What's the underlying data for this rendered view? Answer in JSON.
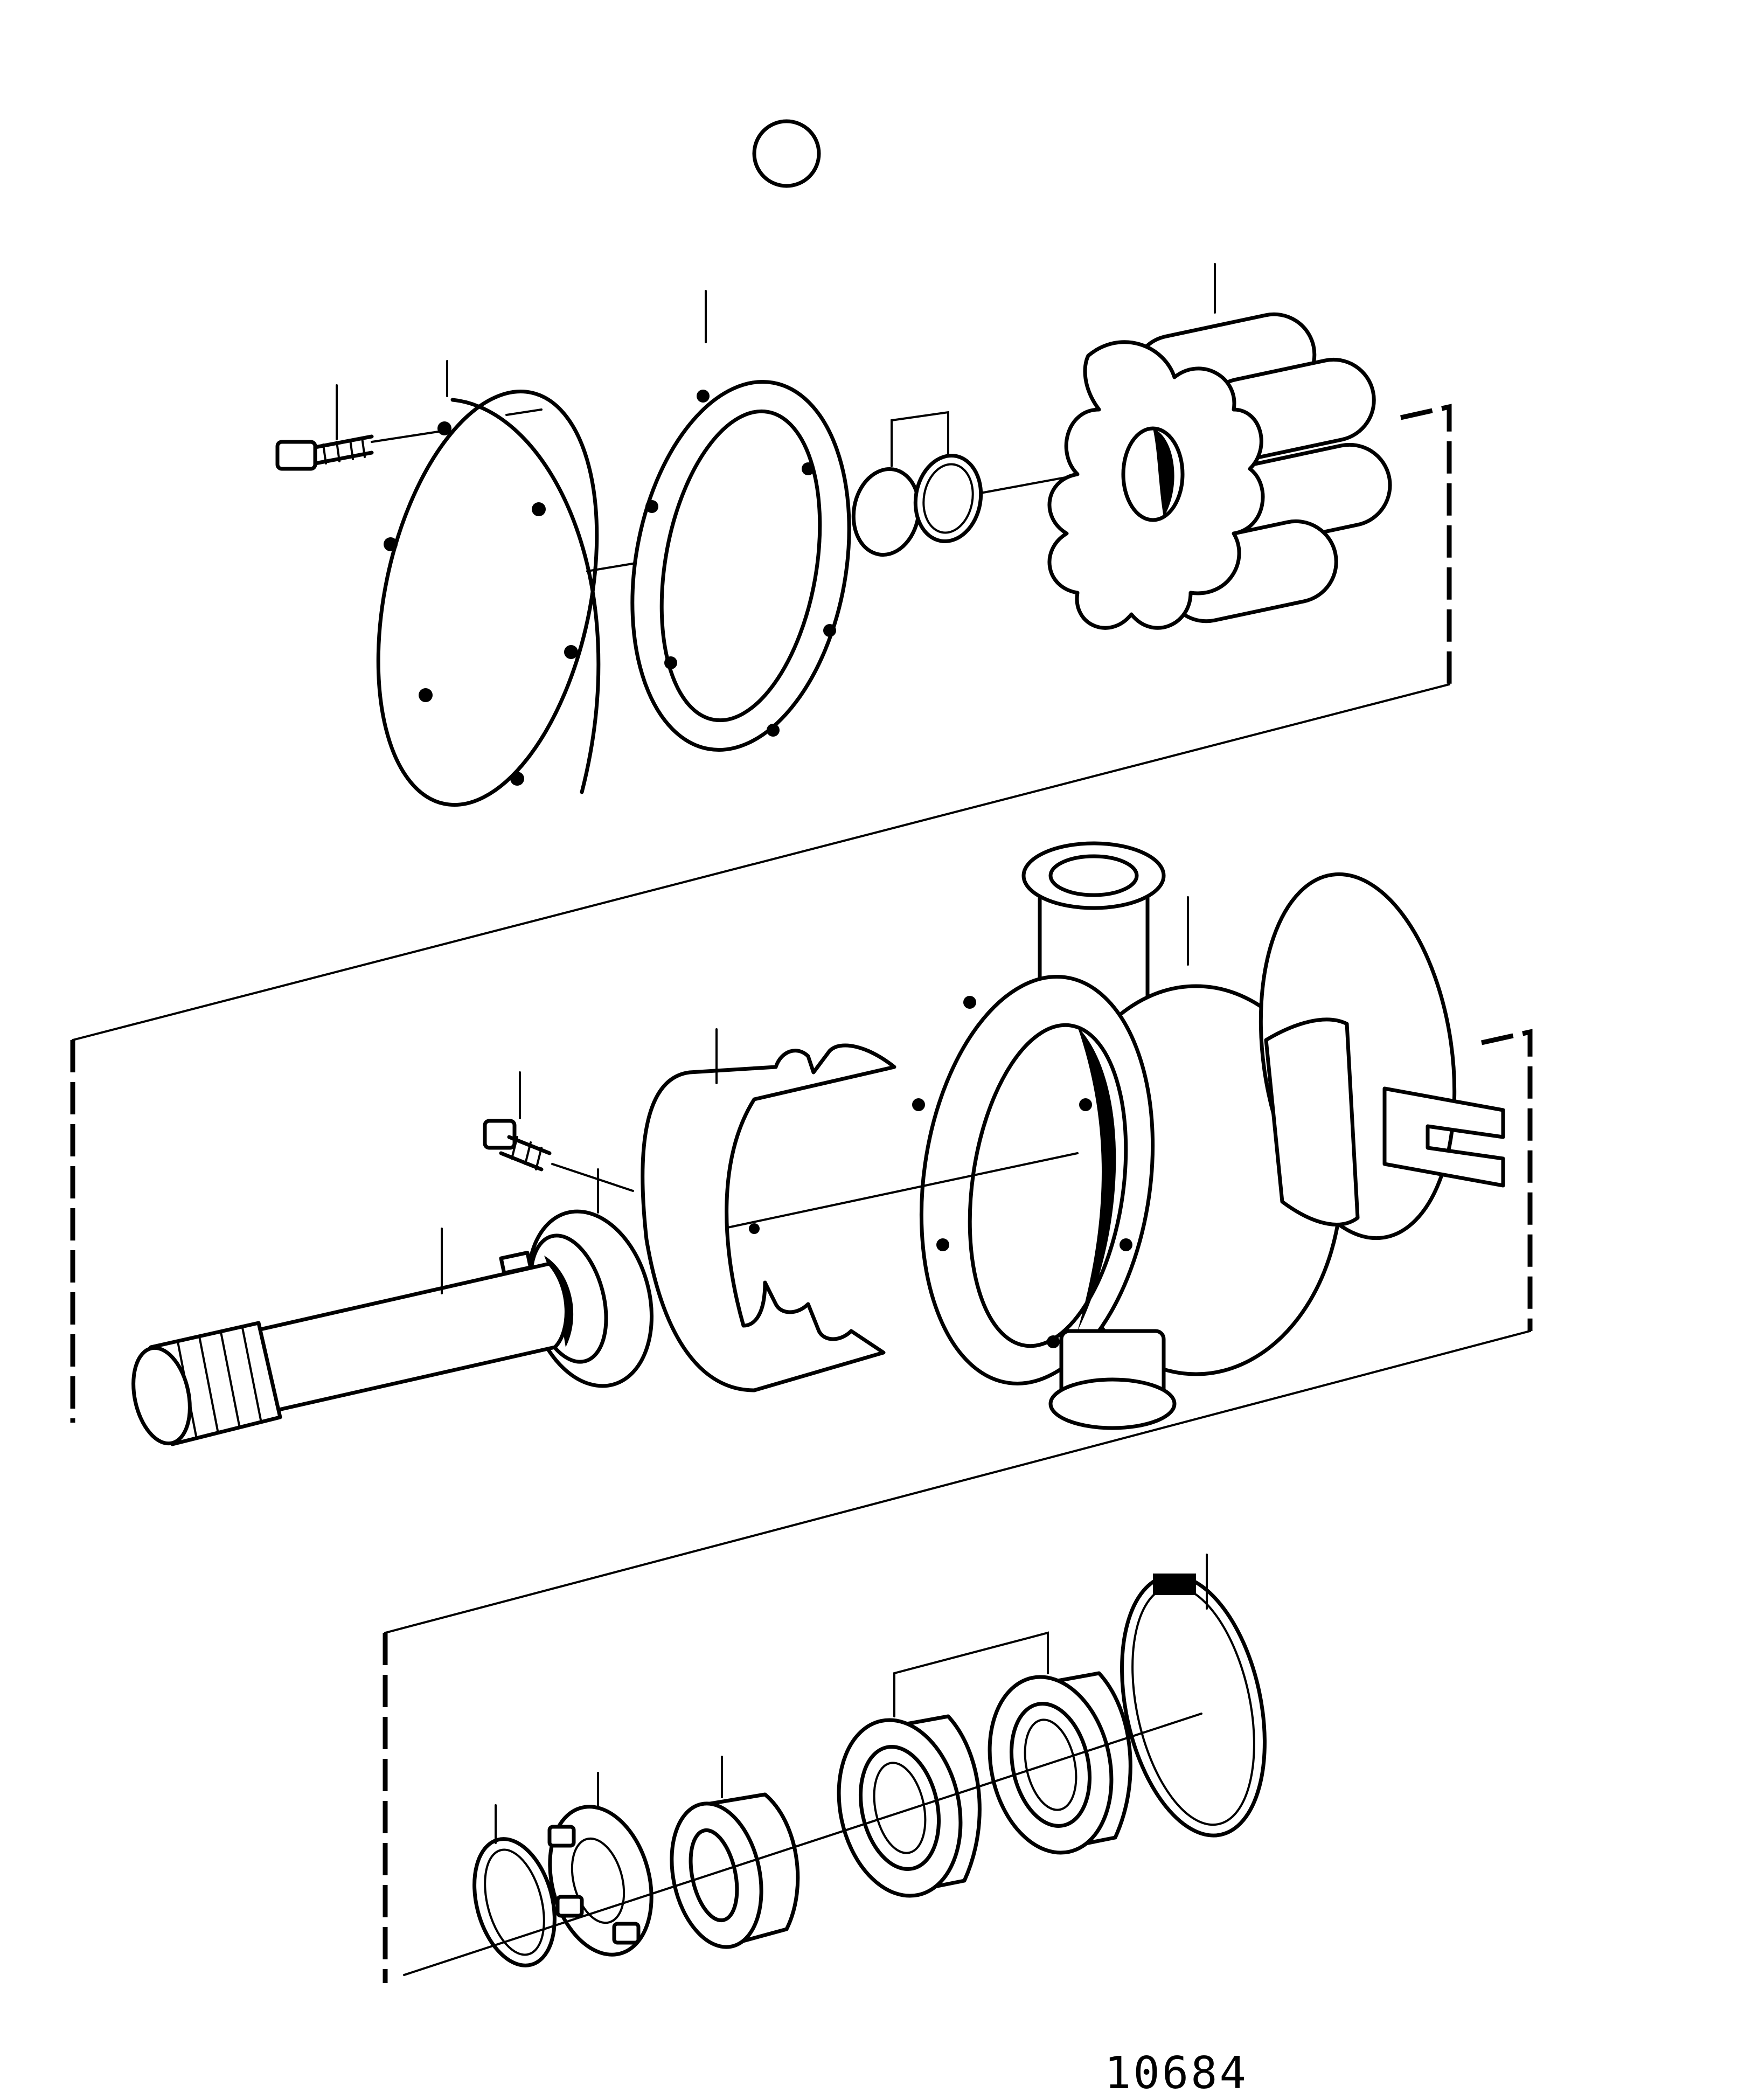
{
  "figure": {
    "number": "10684"
  },
  "colors": {
    "line": "#000000",
    "background": "#ffffff"
  },
  "parts": [
    {
      "name": "cover-screw"
    },
    {
      "name": "cover-plate"
    },
    {
      "name": "cover-gasket"
    },
    {
      "name": "wear-plate-pair"
    },
    {
      "name": "impeller"
    },
    {
      "name": "pump-housing"
    },
    {
      "name": "cam-screw"
    },
    {
      "name": "cam-insert"
    },
    {
      "name": "seal-ring"
    },
    {
      "name": "splined-shaft"
    },
    {
      "name": "retaining-ring-small"
    },
    {
      "name": "lock-washer"
    },
    {
      "name": "sleeve"
    },
    {
      "name": "ball-bearing-pair"
    },
    {
      "name": "circlip"
    }
  ]
}
